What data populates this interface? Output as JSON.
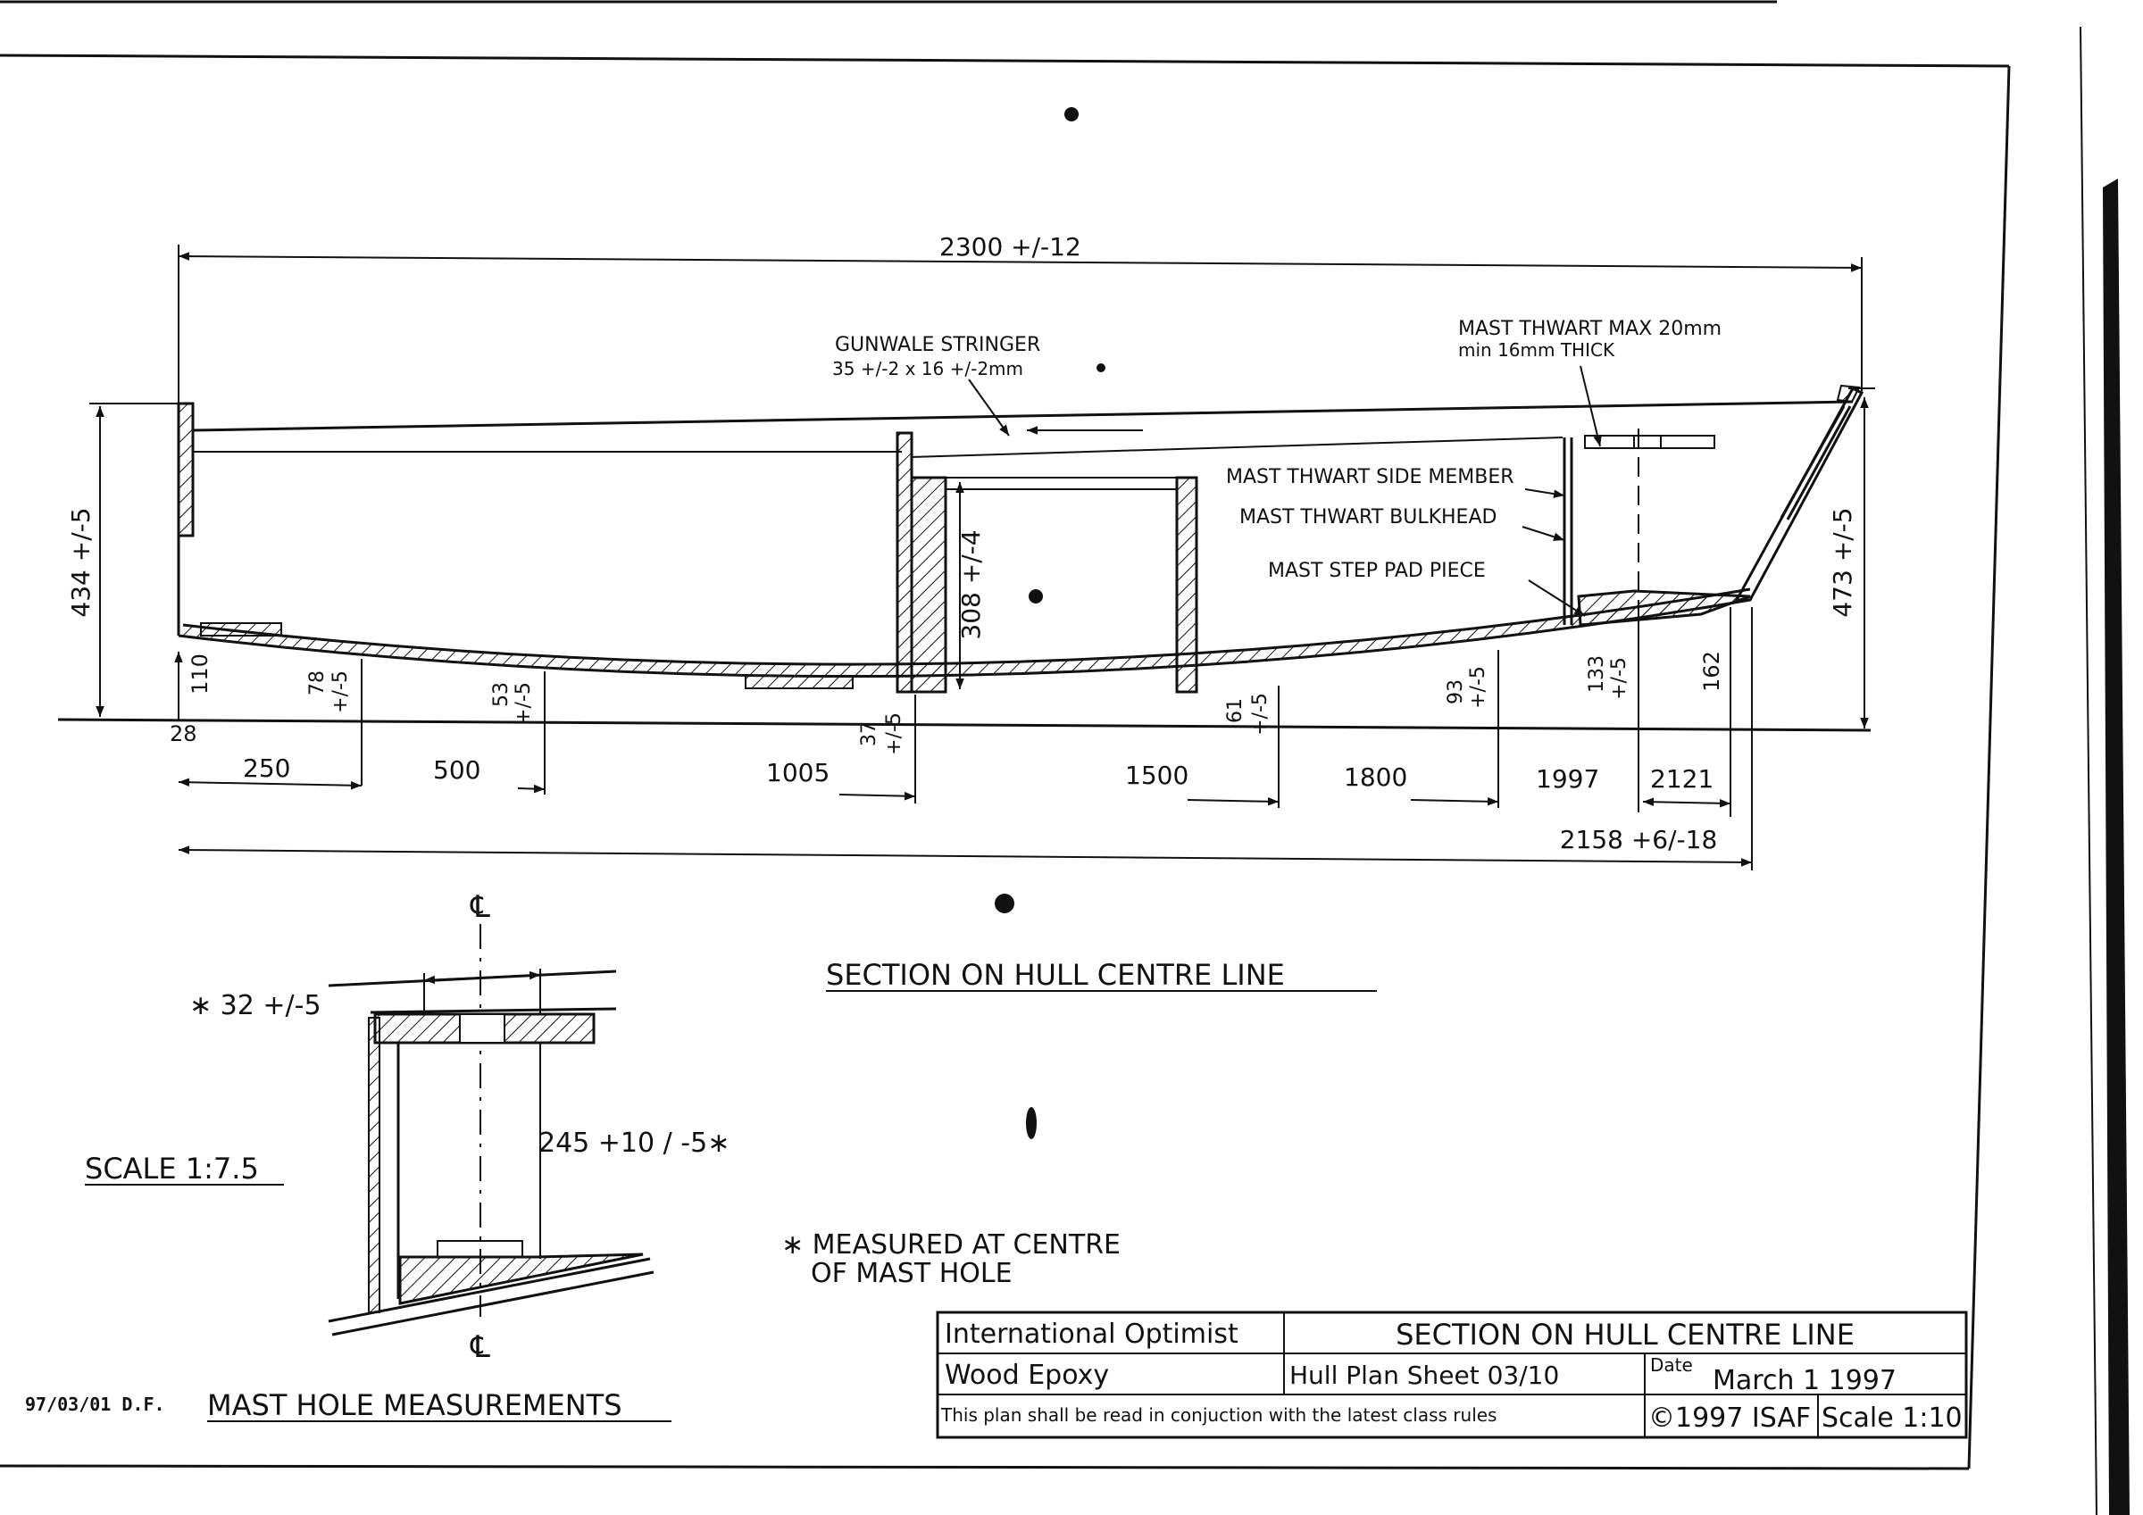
{
  "dims": {
    "overall_length": "2300 +/-12",
    "overall_base": "2158 +6/-18",
    "transom_height": "434 +/-5",
    "bow_height": "473 +/-5",
    "centreboard_case_height": "308 +/-4",
    "offset_110": "110",
    "offset_28": "28",
    "offset_78": "78",
    "offset_53": "53",
    "offset_37": "37",
    "offset_61": "61",
    "offset_93": "93",
    "offset_133": "133",
    "offset_162": "162",
    "tol_5": "+/-5",
    "st_250": "250",
    "st_500": "500",
    "st_1005": "1005",
    "st_1500": "1500",
    "st_1800": "1800",
    "st_1997": "1997",
    "st_2121": "2121"
  },
  "labels": {
    "gunwale_1": "GUNWALE STRINGER",
    "gunwale_2": "35 +/-2 x 16 +/-2mm",
    "thwart_1": "MAST THWART MAX 20mm",
    "thwart_2": "min 16mm THICK",
    "side_member": "MAST THWART SIDE MEMBER",
    "bulkhead": "MAST THWART BULKHEAD",
    "step_pad": "MAST STEP PAD PIECE",
    "section_title": "SECTION ON HULL CENTRE LINE",
    "scale_note": "SCALE 1:7.5",
    "mast_hole_title": "MAST HOLE MEASUREMENTS",
    "mast_dim_1": "∗ 32 +/-5",
    "mast_dim_2": "245 +10 / -5∗",
    "measured_1": "∗ MEASURED AT CENTRE",
    "measured_2": "OF MAST HOLE",
    "centre_symbol": "℄",
    "revision": "97/03/01 D.F."
  },
  "title_block": {
    "class_name": "International Optimist",
    "drawing_title": "SECTION ON HULL CENTRE LINE",
    "material": "Wood Epoxy",
    "sheet": "Hull Plan Sheet 03/10",
    "date_label": "Date",
    "date": "March 1 1997",
    "note": "This plan shall be read in conjuction with the latest class rules",
    "copyright": "©1997 ISAF",
    "scale": "Scale 1:10"
  }
}
